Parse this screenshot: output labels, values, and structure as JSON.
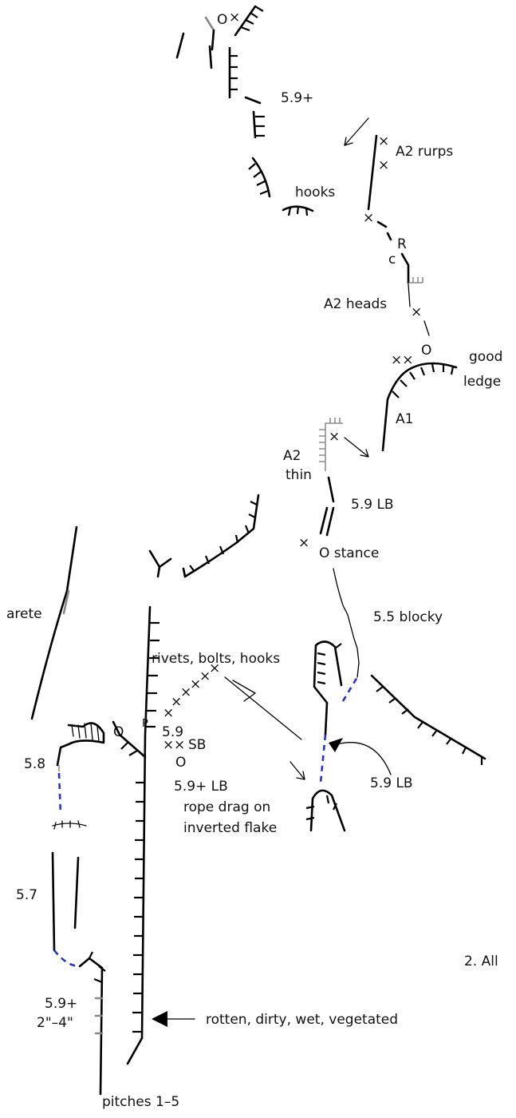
{
  "labels": {
    "top_belay": "O",
    "grade_59plus_top": "5.9+",
    "a2_rurps": "A2 rurps",
    "hooks": "hooks",
    "rivet_R": "R",
    "rivet_c": "c",
    "a2_heads": "A2 heads",
    "belay_good_ledge": "O",
    "good": "good",
    "ledge": "ledge",
    "a1": "A1",
    "a2": "A2",
    "thin": "thin",
    "grade_59_lb_mid": "5.9 LB",
    "stance": "O stance",
    "grade_55_blocky": "5.5 blocky",
    "arete": "arete",
    "rivets_bolts_hooks": "rivets, bolts, hooks",
    "grade_59": "5.9",
    "p": "P",
    "belay_left": "O",
    "sb": "SB",
    "belay_sb": "O",
    "grade_58": "5.8",
    "grade_59_lb_right": "5.9 LB",
    "grade_59plus_lb": "5.9+ LB",
    "rope_drag_1": "rope drag on",
    "rope_drag_2": "inverted flake",
    "grade_57": "5.7",
    "grade_59plus_bottom": "5.9+",
    "crack_size": "2\"–4\"",
    "rotten": "rotten, dirty, wet, vegetated",
    "all_note": "2. All",
    "pitches": "pitches 1–5"
  },
  "colors": {
    "rock_line": "#000000",
    "variation_line": "#888888",
    "blue_dashed": "#2233dd"
  }
}
